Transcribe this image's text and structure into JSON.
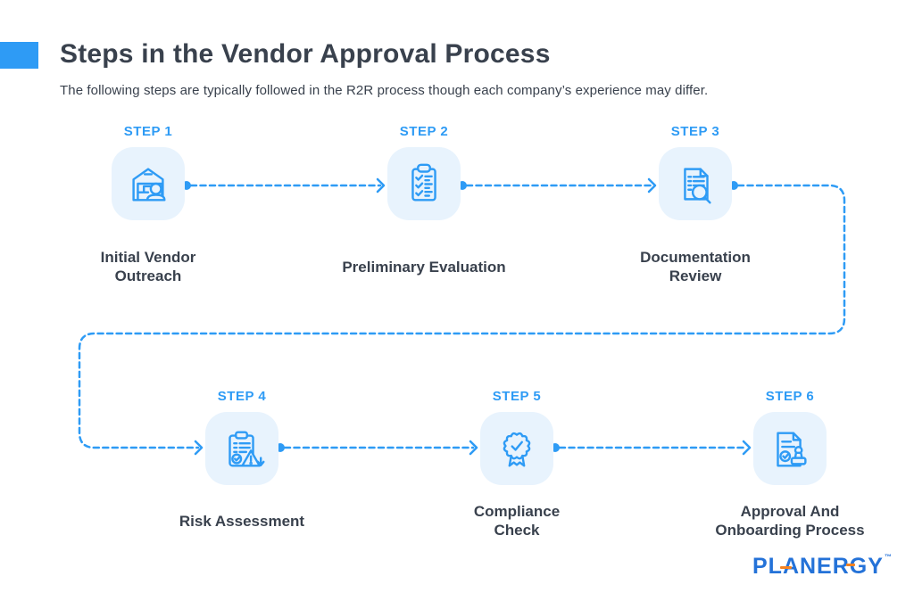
{
  "header": {
    "title": "Steps in the Vendor Approval Process",
    "subtitle": "The following steps are typically followed in the R2R process though each company’s experience may differ."
  },
  "steps": [
    {
      "step_label": "STEP 1",
      "title": "Initial Vendor Outreach",
      "icon": "warehouse-vendor-icon"
    },
    {
      "step_label": "STEP 2",
      "title": "Preliminary Evaluation",
      "icon": "checklist-clipboard-icon"
    },
    {
      "step_label": "STEP 3",
      "title": "Documentation Review",
      "icon": "document-magnifier-icon"
    },
    {
      "step_label": "STEP 4",
      "title": "Risk Assessment",
      "icon": "risk-warning-clipboard-icon"
    },
    {
      "step_label": "STEP 5",
      "title": "Compliance Check",
      "icon": "compliance-badge-icon"
    },
    {
      "step_label": "STEP 6",
      "title": "Approval And Onboarding Process",
      "icon": "approval-stamp-icon"
    }
  ],
  "footer": {
    "logo_text": "PLANERGY",
    "trademark": "™"
  },
  "colors": {
    "accent_blue": "#2e9bf5",
    "tile_background": "#e8f3fd",
    "text_dark": "#39414d",
    "logo_blue": "#2472d8",
    "logo_orange": "#f5821f"
  }
}
